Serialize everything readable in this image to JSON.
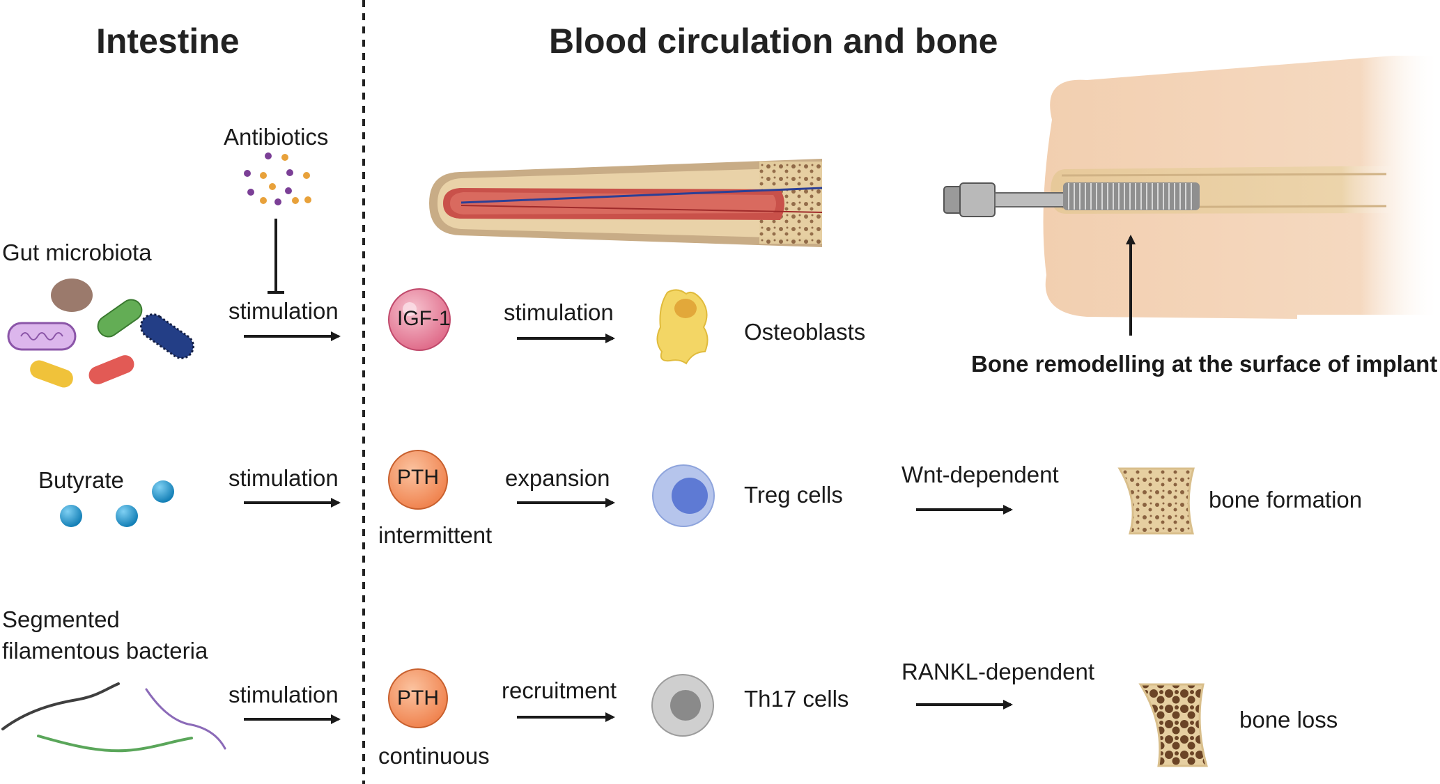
{
  "titles": {
    "intestine": "Intestine",
    "blood_bone": "Blood circulation and bone"
  },
  "intestine": {
    "antibiotics": "Antibiotics",
    "gut_microbiota": "Gut microbiota",
    "butyrate": "Butyrate",
    "sfb_line1": "Segmented",
    "sfb_line2": "filamentous bacteria"
  },
  "arrows": {
    "row1_a": "stimulation",
    "row1_b": "stimulation",
    "row2_a": "stimulation",
    "row2_b": "expansion",
    "row2_c": "Wnt-dependent",
    "row3_a": "stimulation",
    "row3_b": "recruitment",
    "row3_c": "RANKL-dependent"
  },
  "molecules": {
    "igf1": "IGF-1",
    "pth1": "PTH",
    "pth1_mode": "intermittent",
    "pth2": "PTH",
    "pth2_mode": "continuous"
  },
  "cells": {
    "osteoblasts": "Osteoblasts",
    "treg": "Treg cells",
    "th17": "Th17 cells"
  },
  "outcomes": {
    "formation": "bone formation",
    "loss": "bone loss",
    "implant_caption": "Bone remodelling at the surface of implant"
  },
  "colors": {
    "igf1": "#e87f9a",
    "pth": "#f4925f",
    "treg_outer": "#aebfe8",
    "treg_inner": "#5b79d6",
    "th17_outer": "#c7c7c7",
    "th17_inner": "#8a8a8a",
    "osteoblast": "#f2d45c",
    "bone": "#e8d2a6",
    "marrow": "#c94a45",
    "butyrate": "#1f93c8",
    "antibiotic_purple": "#7b3f96",
    "antibiotic_orange": "#e8a13a"
  }
}
